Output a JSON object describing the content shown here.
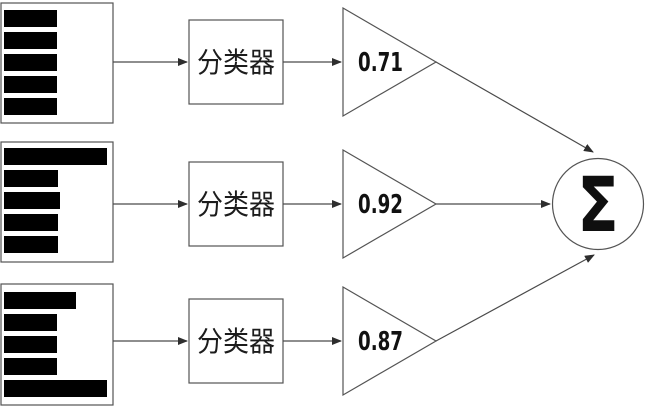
{
  "diagram": {
    "title_semantic": "ensemble-classifier-weighted-sum",
    "inputs": [
      {
        "name": "sample-histogram-1",
        "bars": [
          53,
          53,
          53,
          53,
          53
        ]
      },
      {
        "name": "sample-histogram-2",
        "bars": [
          103,
          54,
          56,
          54,
          54
        ]
      },
      {
        "name": "sample-histogram-3",
        "bars": [
          72,
          53,
          53,
          53,
          103
        ]
      }
    ],
    "classifiers": [
      {
        "label": "分类器"
      },
      {
        "label": "分类器"
      },
      {
        "label": "分类器"
      }
    ],
    "weights": [
      {
        "value": "0.71"
      },
      {
        "value": "0.92"
      },
      {
        "value": "0.87"
      }
    ],
    "aggregator": {
      "symbol": "Σ"
    },
    "colors": {
      "bar": "#000000",
      "line": "#4a4a4a",
      "border": "#545454",
      "text": "#111111",
      "background": "#ffffff"
    }
  }
}
